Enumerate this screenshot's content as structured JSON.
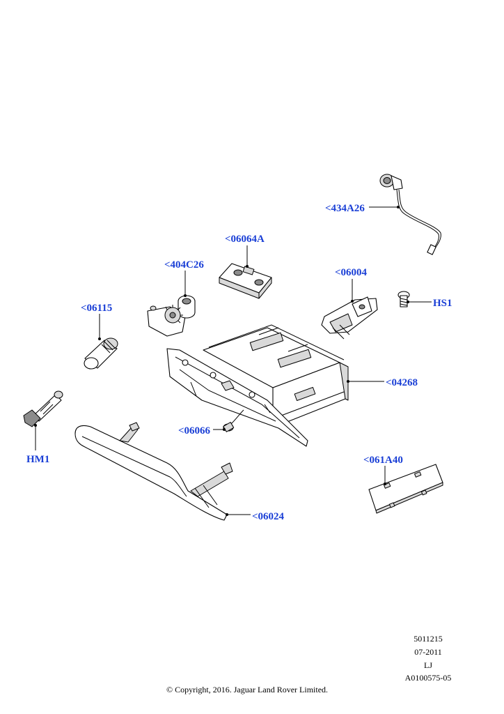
{
  "callouts": {
    "p434A26": "<434A26",
    "p06064A": "<06064A",
    "p404C26": "<404C26",
    "p06004": "<06004",
    "pHS1": "HS1",
    "p06115": "<06115",
    "p04268": "<04268",
    "pHM1": "HM1",
    "p06066": "<06066",
    "p061A40": "<061A40",
    "p06024": "<06024"
  },
  "footer": {
    "ref_number": "5011215",
    "date": "07-2011",
    "initials": "LJ",
    "illustration_id": "A0100575-05",
    "copyright": "© Copyright, 2016. Jaguar Land Rover Limited."
  },
  "colors": {
    "callout_text": "#1a3fd6",
    "line_art": "#000000",
    "background": "#ffffff"
  }
}
